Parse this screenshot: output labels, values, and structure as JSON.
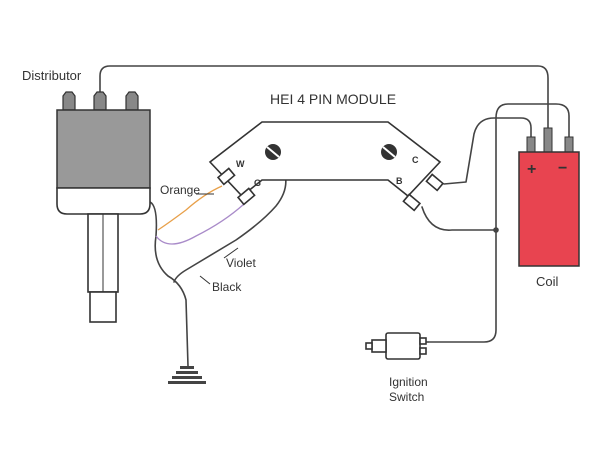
{
  "labels": {
    "distributor": "Distributor",
    "module": "HEI 4 PIN MODULE",
    "coil": "Coil",
    "ignition_line1": "Ignition",
    "ignition_line2": "Switch",
    "orange": "Orange",
    "violet": "Violet",
    "black": "Black",
    "pin_w": "W",
    "pin_g": "G",
    "pin_b": "B",
    "pin_c": "C",
    "coil_plus": "+",
    "coil_minus": "−"
  },
  "colors": {
    "wire": "#444444",
    "orange_wire": "#e8a04a",
    "violet_wire": "#a98bc9",
    "coil_red": "#e84450",
    "component_gray": "#999999",
    "outline": "#333333"
  }
}
